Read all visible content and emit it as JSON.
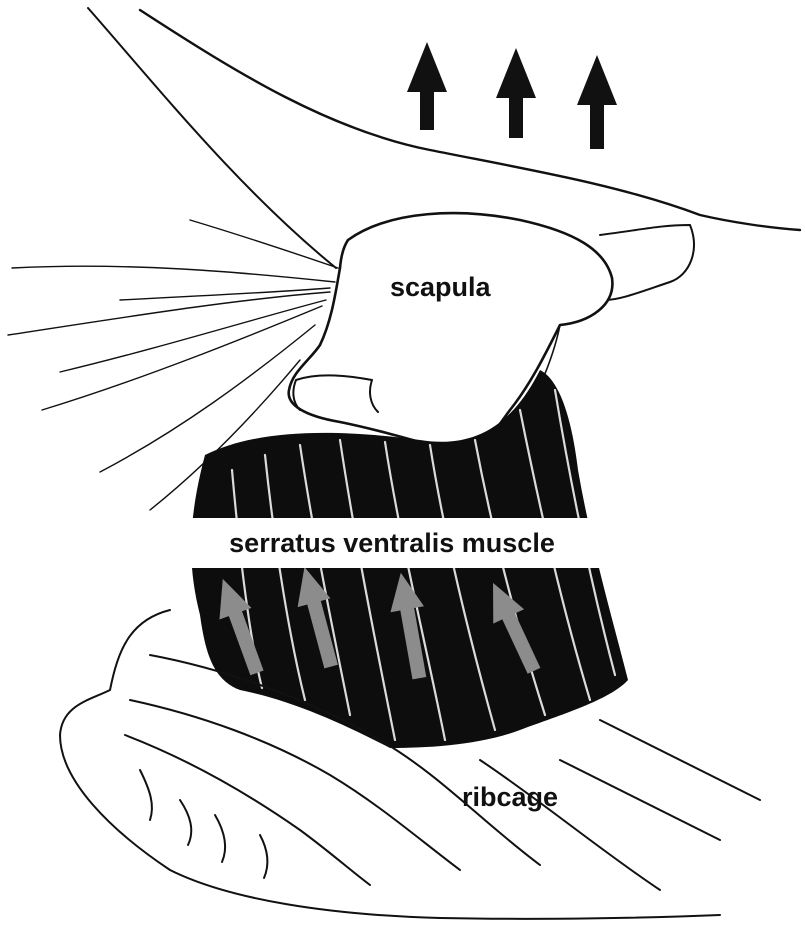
{
  "labels": {
    "scapula": "scapula",
    "muscle": "serratus ventralis muscle",
    "ribcage": "ribcage"
  },
  "colors": {
    "ink": "#111111",
    "muscle": "#0d0d0d",
    "force_arrow": "#8c8c8c",
    "background": "#ffffff"
  },
  "icons": {
    "upward_arrows": "arrow-up-icon",
    "muscle_arrows": "arrow-up-icon"
  }
}
